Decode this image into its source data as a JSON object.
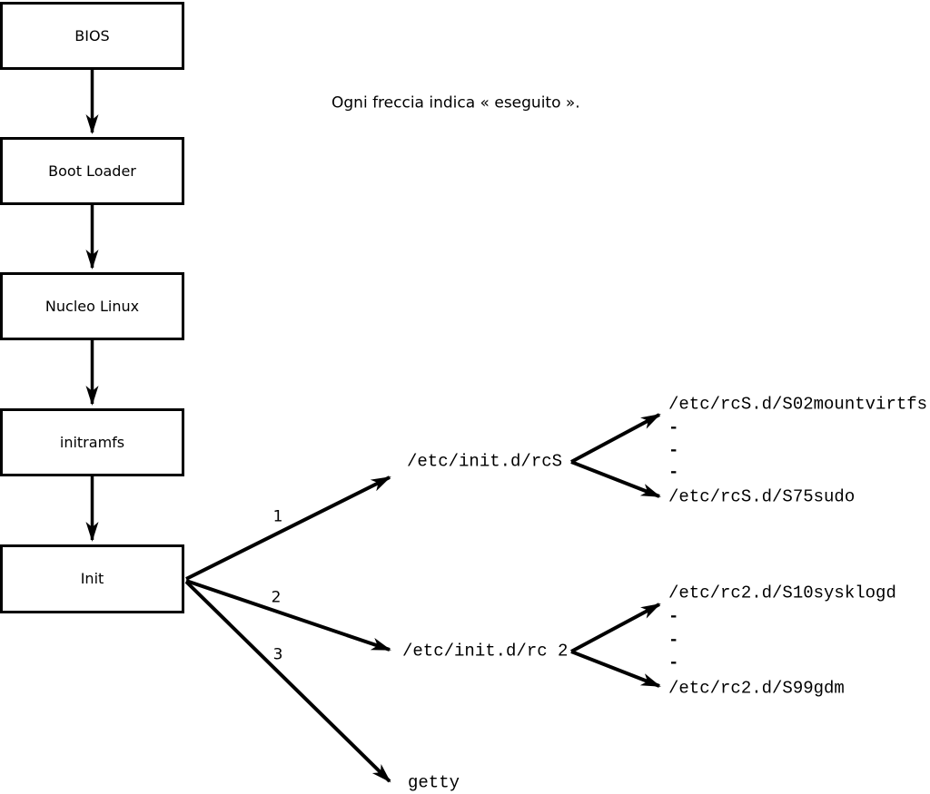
{
  "diagram": {
    "title": "Ogni freccia indica « eseguito ».",
    "boot_chain": [
      {
        "label": "BIOS"
      },
      {
        "label": "Boot Loader"
      },
      {
        "label": "Nucleo Linux"
      },
      {
        "label": "initramfs"
      },
      {
        "label": "Init"
      }
    ],
    "init_branches": [
      {
        "order": "1",
        "target": "/etc/init.d/rcS"
      },
      {
        "order": "2",
        "target": "/etc/init.d/rc 2"
      },
      {
        "order": "3",
        "target": "getty"
      }
    ],
    "rcS_group": {
      "top": "/etc/rcS.d/S02mountvirtfs",
      "dash": "-",
      "bottom": "/etc/rcS.d/S75sudo"
    },
    "rc2_group": {
      "top": "/etc/rc2.d/S10sysklogd",
      "dash": "-",
      "bottom": "/etc/rc2.d/S99gdm"
    },
    "colors": {
      "stroke": "#000000",
      "background": "#ffffff",
      "box_fill": "#ffffff"
    }
  }
}
